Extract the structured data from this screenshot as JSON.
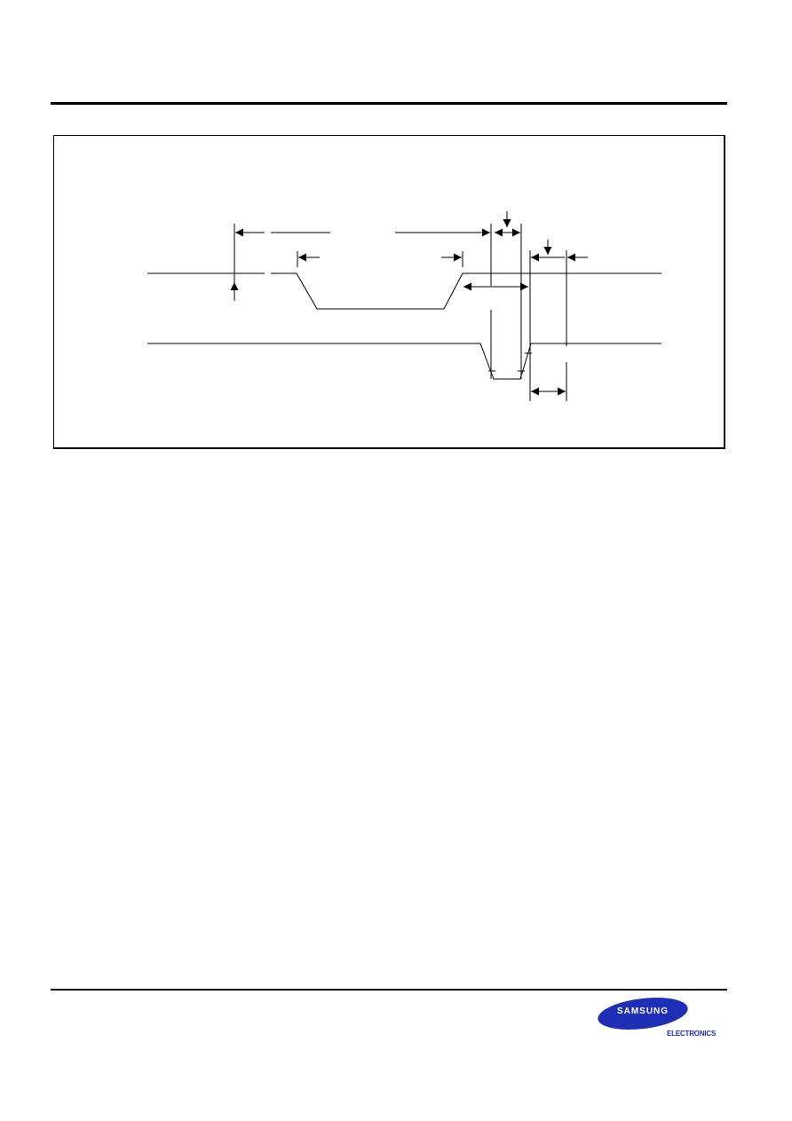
{
  "footer": {
    "logo": {
      "word": "SAMSUNG",
      "sub": "ELECTRONICS",
      "color": "#1f2fb5"
    }
  },
  "figure": {
    "line_color": "#000000",
    "icon": "timing-diagram"
  }
}
